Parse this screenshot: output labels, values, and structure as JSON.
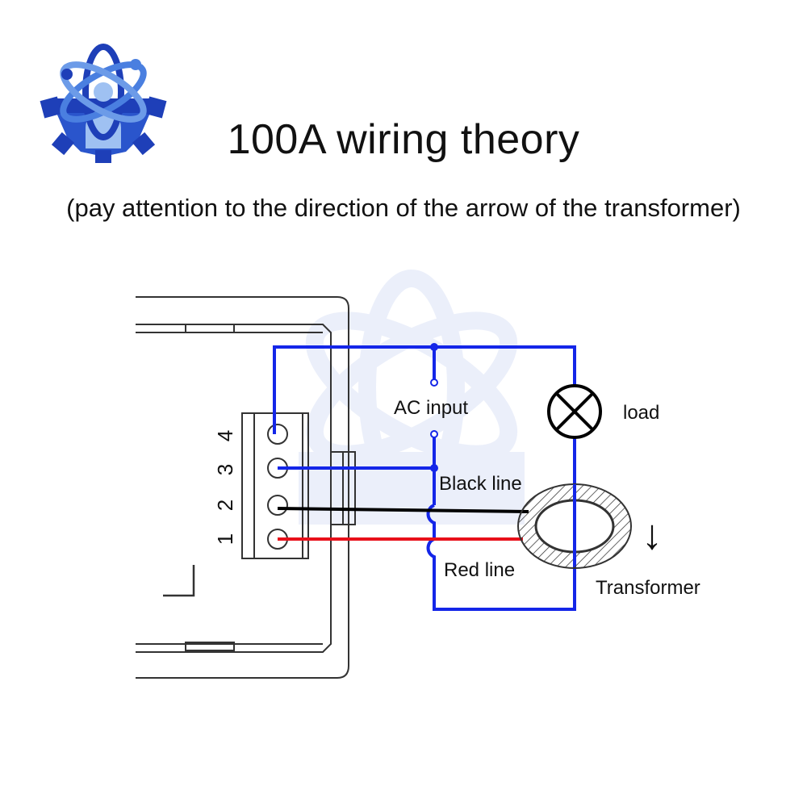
{
  "header": {
    "title": "100A wiring theory",
    "subtitle": "(pay attention to the direction of the arrow of the transformer)"
  },
  "logo": {
    "icon": "atom-gear-logo-icon",
    "colors": [
      "#1e3fb8",
      "#4a7fe0",
      "#9fc1f2"
    ]
  },
  "terminals": [
    "1",
    "2",
    "3",
    "4"
  ],
  "labels": {
    "ac_input": "AC input",
    "load": "load",
    "black_line": "Black line",
    "red_line": "Red line",
    "transformer": "Transformer",
    "arrow": "↓"
  },
  "colors": {
    "blue_wire": "#1426e8",
    "black_wire": "#000000",
    "red_wire": "#e8101a",
    "outline": "#333333"
  }
}
